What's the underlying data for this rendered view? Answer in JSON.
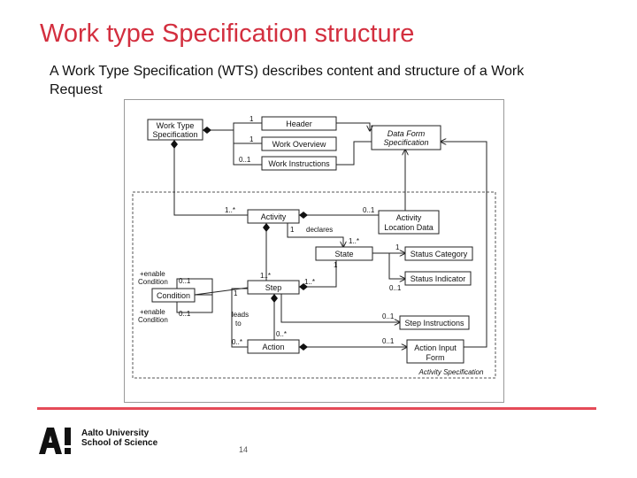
{
  "slide": {
    "title": "Work type Specification structure",
    "subtitle": "A Work Type Specification (WTS) describes content and structure of a Work Request",
    "page_number": "14"
  },
  "footer": {
    "university_line1": "Aalto University",
    "university_line2": "School of Science"
  },
  "diagram": {
    "boxes": {
      "work_type_spec_1": "Work Type",
      "work_type_spec_2": "Specification",
      "header": "Header",
      "work_overview": "Work Overview",
      "work_instructions": "Work Instructions",
      "data_form_spec_1": "Data Form",
      "data_form_spec_2": "Specification",
      "activity": "Activity",
      "activity_location_1": "Activity",
      "activity_location_2": "Location Data",
      "state": "State",
      "status_category": "Status Category",
      "status_indicator": "Status Indicator",
      "condition": "Condition",
      "step": "Step",
      "step_instructions": "Step Instructions",
      "action": "Action",
      "action_input_1": "Action Input",
      "action_input_2": "Form",
      "activity_spec_package": "Activity Specification"
    },
    "labels": {
      "m_header": "1",
      "m_overview": "1",
      "m_instructions": "0..1",
      "m_activity_many": "1..*",
      "m_dataform_opt": "0..1",
      "m_activity_one": "1",
      "declares": "declares",
      "m_state_many": "1..*",
      "m_status_cat": "1",
      "m_state_one": "1",
      "m_status_ind": "0..1",
      "enable_cond_1a": "+enable",
      "enable_cond_1b": "Condition",
      "enable_cond_2a": "+enable",
      "enable_cond_2b": "Condition",
      "m_cond_1": "0..1",
      "m_cond_2": "0..1",
      "m_cond_one": "1",
      "m_step_many": "1..*",
      "m_step_state": "1..*",
      "leads_1": "leads",
      "leads_2": "to",
      "m_step_instr": "0..1",
      "m_action_many": "0..*",
      "m_action_input": "0..1",
      "m_action_left": "0..*"
    }
  }
}
